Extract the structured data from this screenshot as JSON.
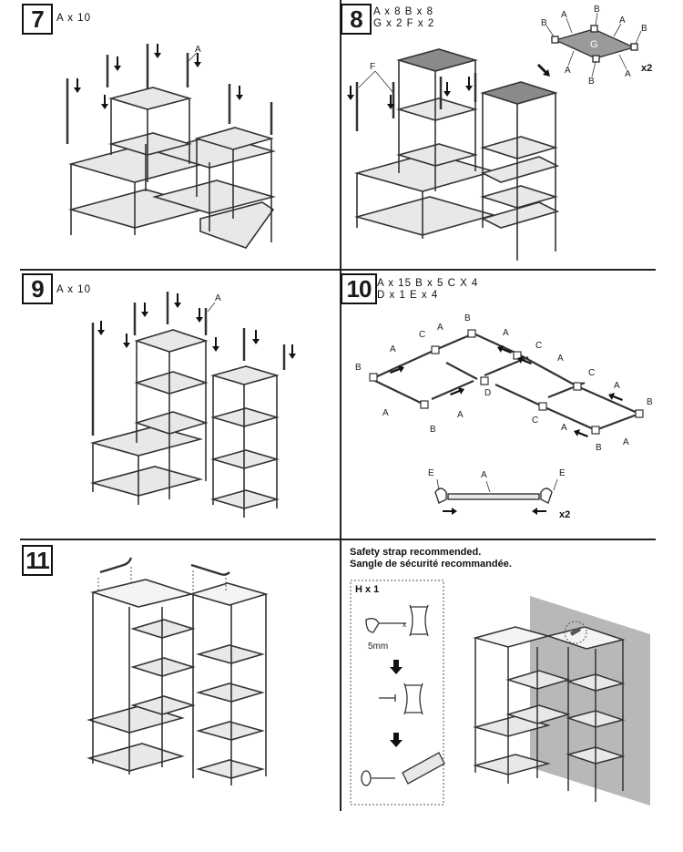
{
  "steps": [
    {
      "number": "7",
      "parts": "A x 10"
    },
    {
      "number": "8",
      "parts_line1": "A x 8   B x 8",
      "parts_line2": "G x 2   F x 2"
    },
    {
      "number": "9",
      "parts": "A x 10"
    },
    {
      "number": "10",
      "parts_line1": "A x 15   B x 5   C X 4",
      "parts_line2": "D x 1   E x 4"
    },
    {
      "number": "11"
    }
  ],
  "labels": {
    "a": "A",
    "b": "B",
    "c": "C",
    "d": "D",
    "e": "E",
    "f": "F",
    "g": "G",
    "x2": "x2",
    "hx1": "H x 1",
    "mm": "5mm"
  },
  "safety": {
    "line1": "Safety strap recommended.",
    "line2": "Sangle de sécurité recommandée."
  }
}
